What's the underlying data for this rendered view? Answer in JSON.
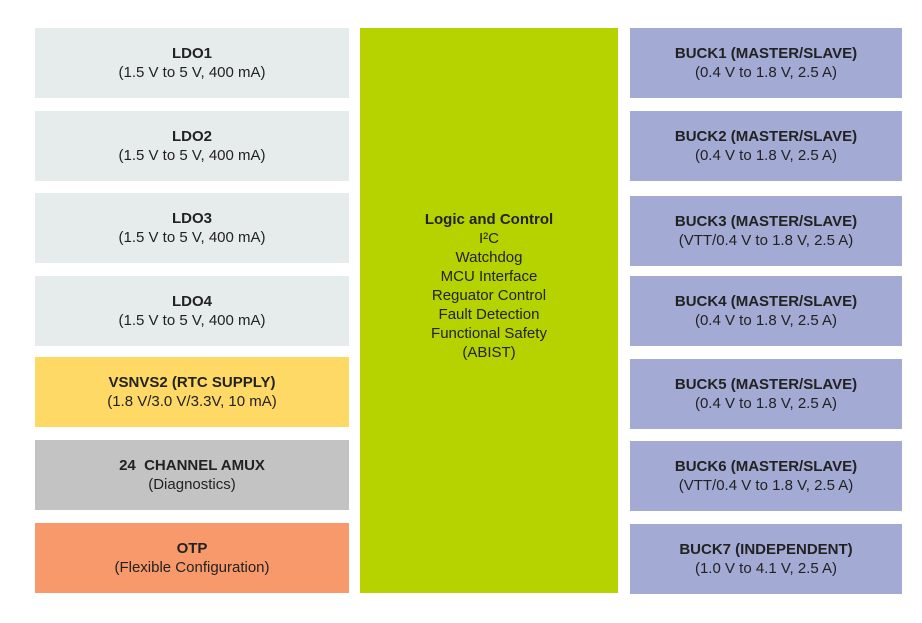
{
  "colors": {
    "ldo": "#e6ebec",
    "vsnvs": "#fed966",
    "amux": "#c3c3c3",
    "otp": "#f7996b",
    "logic": "#b6d300",
    "buck": "#a3aad3"
  },
  "left_blocks": [
    {
      "title": "LDO1",
      "subtitle": "(1.5 V to 5 V, 400 mA)"
    },
    {
      "title": "LDO2",
      "subtitle": "(1.5 V to 5 V, 400 mA)"
    },
    {
      "title": "LDO3",
      "subtitle": "(1.5 V to 5 V, 400 mA)"
    },
    {
      "title": "LDO4",
      "subtitle": "(1.5 V to 5 V, 400 mA)"
    },
    {
      "title": "VSNVS2 (RTC SUPPLY)",
      "subtitle": "(1.8 V/3.0 V/3.3V, 10 mA)"
    },
    {
      "title": "24  CHANNEL AMUX",
      "subtitle": "(Diagnostics)"
    },
    {
      "title": "OTP",
      "subtitle": "(Flexible Configuration)"
    }
  ],
  "center_block": {
    "title": "Logic and Control",
    "lines": [
      "I²C",
      "Watchdog",
      "MCU Interface",
      "Reguator Control",
      "Fault Detection",
      "Functional Safety",
      "(ABIST)"
    ]
  },
  "right_blocks": [
    {
      "title": "BUCK1 (MASTER/SLAVE)",
      "subtitle": "(0.4 V to 1.8 V, 2.5 A)"
    },
    {
      "title": "BUCK2 (MASTER/SLAVE)",
      "subtitle": "(0.4 V to 1.8 V, 2.5 A)"
    },
    {
      "title": "BUCK3 (MASTER/SLAVE)",
      "subtitle": "(VTT/0.4 V to 1.8 V, 2.5 A)"
    },
    {
      "title": "BUCK4 (MASTER/SLAVE)",
      "subtitle": "(0.4 V to 1.8 V, 2.5 A)"
    },
    {
      "title": "BUCK5 (MASTER/SLAVE)",
      "subtitle": "(0.4 V to 1.8 V, 2.5 A)"
    },
    {
      "title": "BUCK6 (MASTER/SLAVE)",
      "subtitle": "(VTT/0.4 V to 1.8 V, 2.5 A)"
    },
    {
      "title": "BUCK7 (INDEPENDENT)",
      "subtitle": "(1.0 V to 4.1 V, 2.5 A)"
    }
  ]
}
